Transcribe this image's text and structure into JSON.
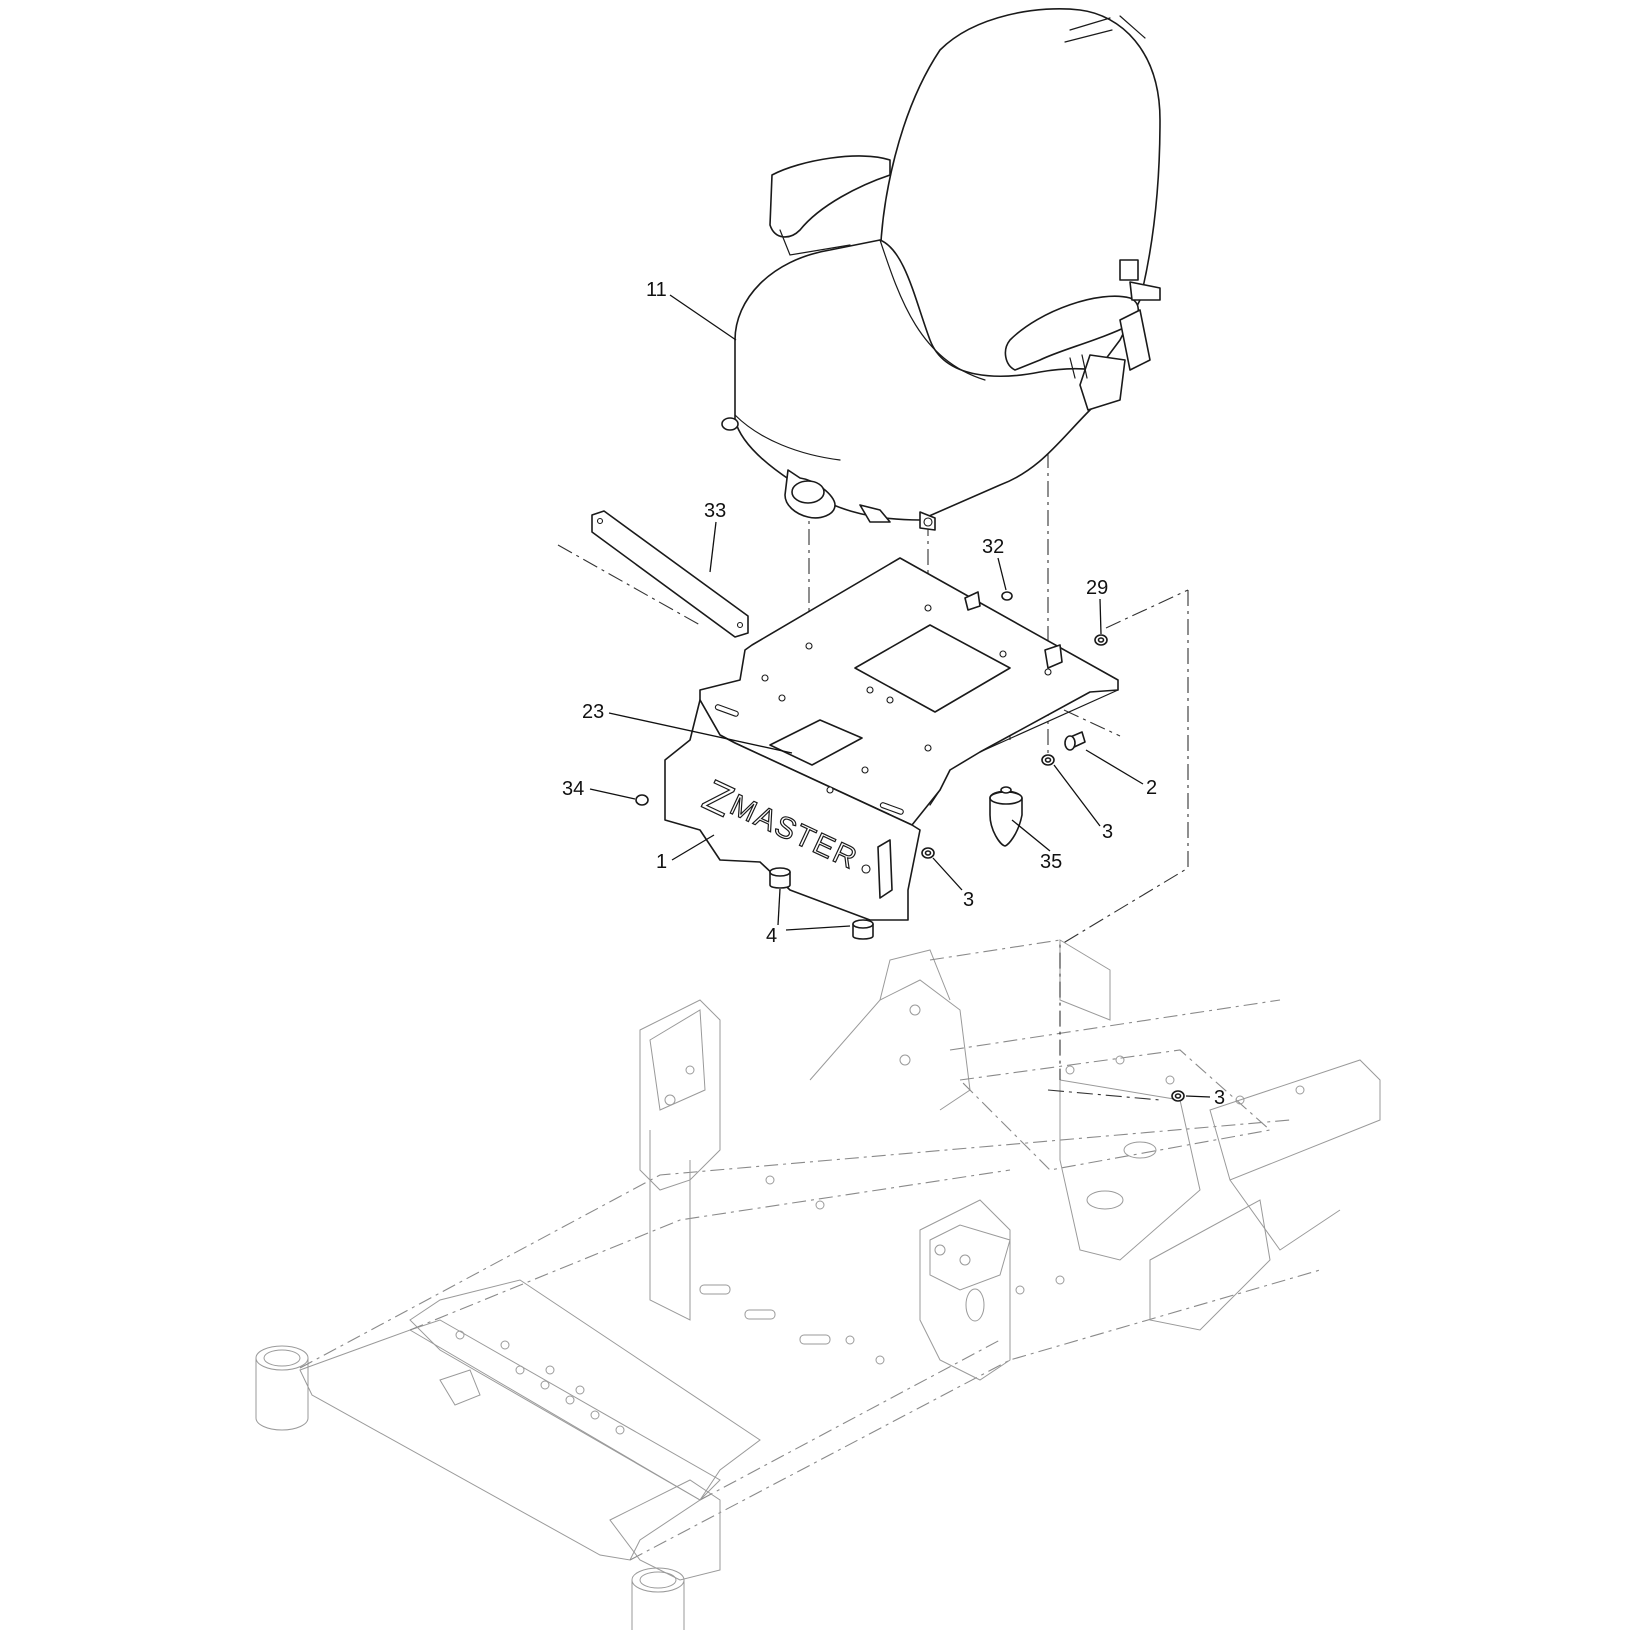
{
  "diagram": {
    "brand_text": "MASTER",
    "brand_initial": "Z",
    "callouts": [
      {
        "id": "c11",
        "label": "11"
      },
      {
        "id": "c33",
        "label": "33"
      },
      {
        "id": "c32",
        "label": "32"
      },
      {
        "id": "c29",
        "label": "29"
      },
      {
        "id": "c23",
        "label": "23"
      },
      {
        "id": "c2",
        "label": "2"
      },
      {
        "id": "c34",
        "label": "34"
      },
      {
        "id": "c3a",
        "label": "3"
      },
      {
        "id": "c35",
        "label": "35"
      },
      {
        "id": "c1",
        "label": "1"
      },
      {
        "id": "c3b",
        "label": "3"
      },
      {
        "id": "c4",
        "label": "4"
      },
      {
        "id": "c3c",
        "label": "3"
      }
    ]
  }
}
